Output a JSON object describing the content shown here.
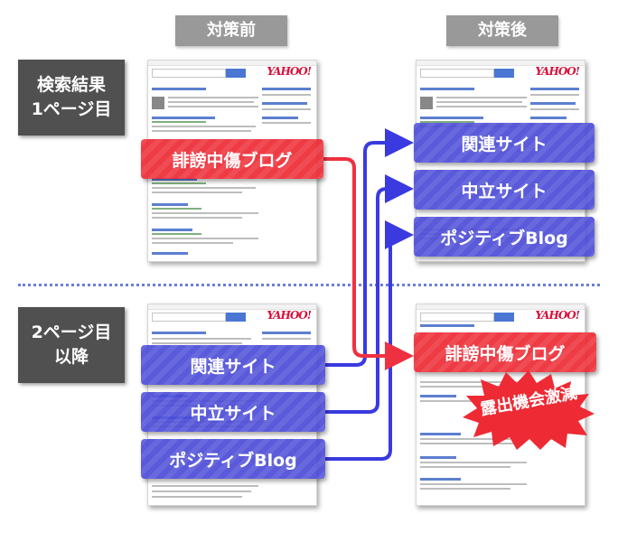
{
  "headers": {
    "before": "対策前",
    "after": "対策後"
  },
  "row_labels": {
    "page1": "検索結果\n1ページ目",
    "page2_plus": "2ページ目\n以降"
  },
  "serp": {
    "logo": "YAHOO!"
  },
  "before": {
    "page1_badges": [
      "誹謗中傷ブログ"
    ],
    "page2_badges": [
      "関連サイト",
      "中立サイト",
      "ポジティブBlog"
    ]
  },
  "after": {
    "page1_badges": [
      "関連サイト",
      "中立サイト",
      "ポジティブBlog"
    ],
    "page2_badges": [
      "誹謗中傷ブログ"
    ],
    "callout": "露出機会激減"
  },
  "colors": {
    "negative": "#ee2a34",
    "positive": "#4848d6",
    "divider": "#6c7ed8"
  }
}
